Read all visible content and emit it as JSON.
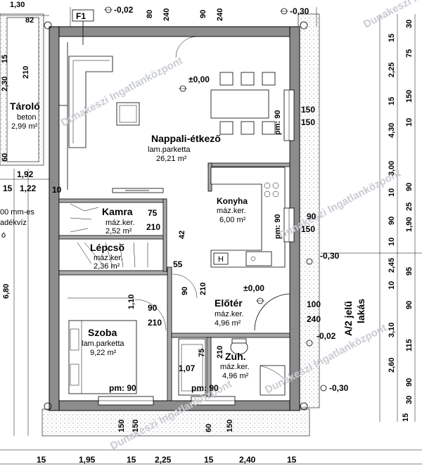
{
  "rooms": {
    "nappali": {
      "name": "Nappali-étkező",
      "floor": "lam.parketta",
      "area": "26,21 m²"
    },
    "konyha": {
      "name": "Konyha",
      "floor": "máz.ker.",
      "area": "6,00 m²"
    },
    "kamra": {
      "name": "Kamra",
      "floor": "máz.ker.",
      "area": "2,52 m²"
    },
    "lepcso": {
      "name": "Lépcső",
      "floor": "máz.ker.",
      "area": "2,36 m²"
    },
    "eloter": {
      "name": "Előtér",
      "floor": "máz.ker.",
      "area": "4,96 m²"
    },
    "szoba": {
      "name": "Szoba",
      "floor": "lam.parketta",
      "area": "9,22 m²"
    },
    "zuh": {
      "name": "Zuh.",
      "floor": "máz.ker.",
      "area": "4,96 m²"
    },
    "taroló": {
      "name": "Tároló",
      "floor": "beton",
      "area": "2,99 m²"
    },
    "a2": {
      "line1": "A/2 jelű",
      "line2": "lakás"
    }
  },
  "marker": "F1",
  "levels": {
    "top_left": "-0,02",
    "top_right": "-0,30",
    "nappali": "±0,00",
    "eloter": "±0,00",
    "right_mid": "-0,30",
    "right_low": "-0,02",
    "right_bottom": "-0,30"
  },
  "top_dims": [
    "1,30",
    "82",
    "80",
    "240",
    "90",
    "240"
  ],
  "bottom_dims": [
    "15",
    "1,95",
    "15",
    "2,25",
    "15",
    "2,40",
    "15"
  ],
  "bottom_vertical": [
    "150",
    "150",
    "60",
    "150"
  ],
  "right_outer": [
    "15",
    "2,25",
    "15",
    "4,30",
    "3,00",
    "10",
    "1,90",
    "2,45",
    "10",
    "3,10",
    "2,60",
    "15"
  ],
  "right_inner": [
    "30",
    "75",
    "150",
    "10",
    "90",
    "25",
    "90",
    "10",
    "95",
    "90",
    "115",
    "90",
    "30"
  ],
  "left_dims": [
    "15",
    "2,30",
    "210",
    "60",
    "1,92",
    "15",
    "1,22",
    "10",
    "6,80"
  ],
  "window_labels": {
    "right_top": "pm: 90",
    "right_mid": "pm: 90",
    "bottom_left": "pm: 90",
    "bottom_mid": "pm: 90"
  },
  "window_sizes": {
    "w1a": "150",
    "w1b": "150",
    "w2a": "90",
    "w2b": "150"
  },
  "door_dims": {
    "kamra_w": "75",
    "kamra_h": "210",
    "kamra_side": "42",
    "lepcso_w": "55",
    "szoba_w": "90",
    "szoba_h": "210",
    "szoba_side": "1,10",
    "eloter_a": "90",
    "eloter_b": "210",
    "entry_w": "100",
    "entry_h": "240",
    "zuh_w": "75",
    "zuh_h": "210",
    "szoba_len": "1,07"
  },
  "left_notes": [
    "00 mm-es",
    "adékvíz",
    "ó"
  ],
  "watermark": "Dunakeszi Ingatlanközpont"
}
